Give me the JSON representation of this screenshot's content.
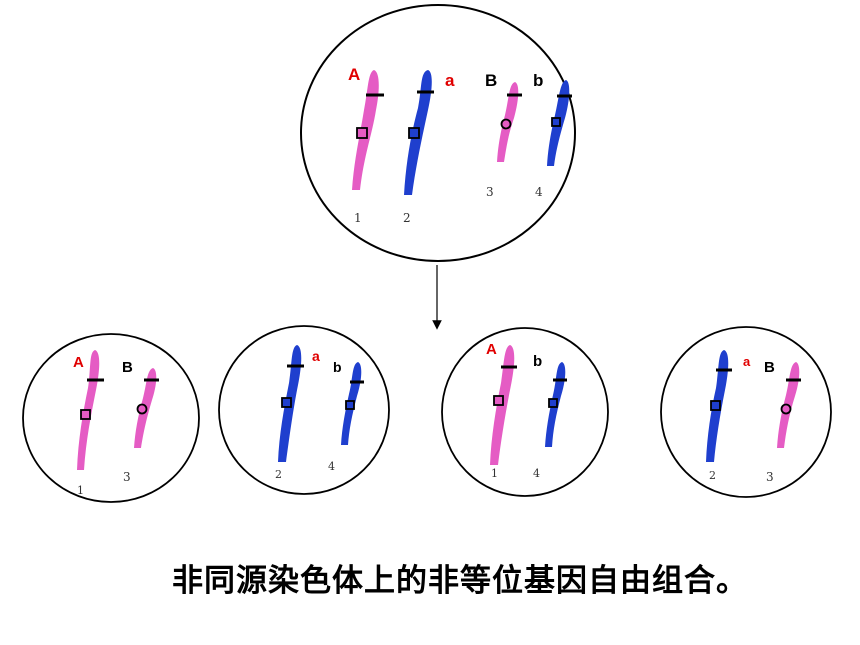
{
  "colors": {
    "pink": "#e55cc4",
    "blue": "#1f3fce",
    "red_label": "#e00000",
    "black_label": "#000000"
  },
  "top_cell": {
    "genes": [
      "A",
      "a",
      "B",
      "b"
    ],
    "numbers": [
      "1",
      "2",
      "3",
      "4"
    ]
  },
  "daughter_cells": [
    {
      "genes": [
        "A",
        "B"
      ],
      "numbers": [
        "1",
        "3"
      ]
    },
    {
      "genes": [
        "a",
        "b"
      ],
      "numbers": [
        "2",
        "4"
      ]
    },
    {
      "genes": [
        "A",
        "b"
      ],
      "numbers": [
        "1",
        "4"
      ]
    },
    {
      "genes": [
        "a",
        "B"
      ],
      "numbers": [
        "2",
        "3"
      ]
    }
  ],
  "caption": "非同源染色体上的非等位基因自由组合。"
}
